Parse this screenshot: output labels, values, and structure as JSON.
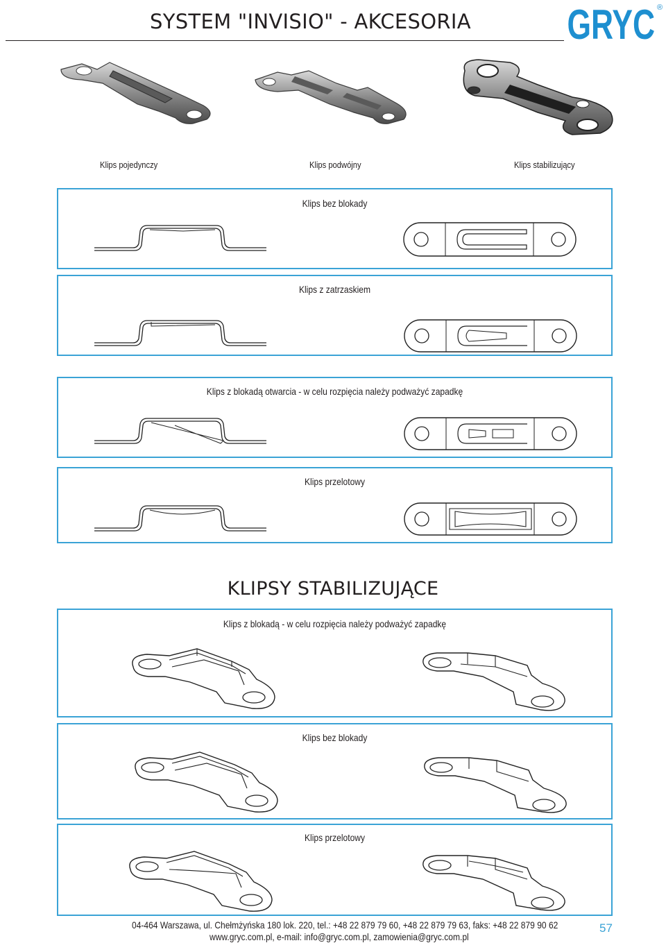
{
  "header": {
    "title": "SYSTEM \"INVISIO\" - AKCESORIA",
    "logo_text": "GRYC",
    "logo_mark": "®"
  },
  "photos": [
    {
      "caption": "Klips pojedynczy"
    },
    {
      "caption": "Klips podwójny"
    },
    {
      "caption": "Klips stabilizujący"
    }
  ],
  "panels": [
    {
      "title": "Klips bez blokady"
    },
    {
      "title": "Klips z zatrzaskiem"
    },
    {
      "title": "Klips z blokadą otwarcia - w celu rozpięcia należy podważyć zapadkę"
    },
    {
      "title": "Klips przelotowy"
    }
  ],
  "section": {
    "heading": "KLIPSY STABILIZUJĄCE",
    "panels": [
      {
        "title": "Klips z blokadą  - w celu rozpięcia należy podważyć zapadkę"
      },
      {
        "title": "Klips bez blokady"
      },
      {
        "title": "Klips przelotowy"
      }
    ]
  },
  "footer": {
    "address": "04-464 Warszawa, ul. Chełmżyńska 180 lok. 220, tel.: +48 22 879 79 60, +48 22 879 79 63, faks: +48 22 879 90 62",
    "web": "www.gryc.com.pl, e-mail: info@gryc.com.pl, zamowienia@gryc.com.pl",
    "page_number": "57"
  },
  "colors": {
    "accent": "#3aa3d6",
    "logo_blue": "#1e8fd0",
    "text": "#231f20"
  }
}
